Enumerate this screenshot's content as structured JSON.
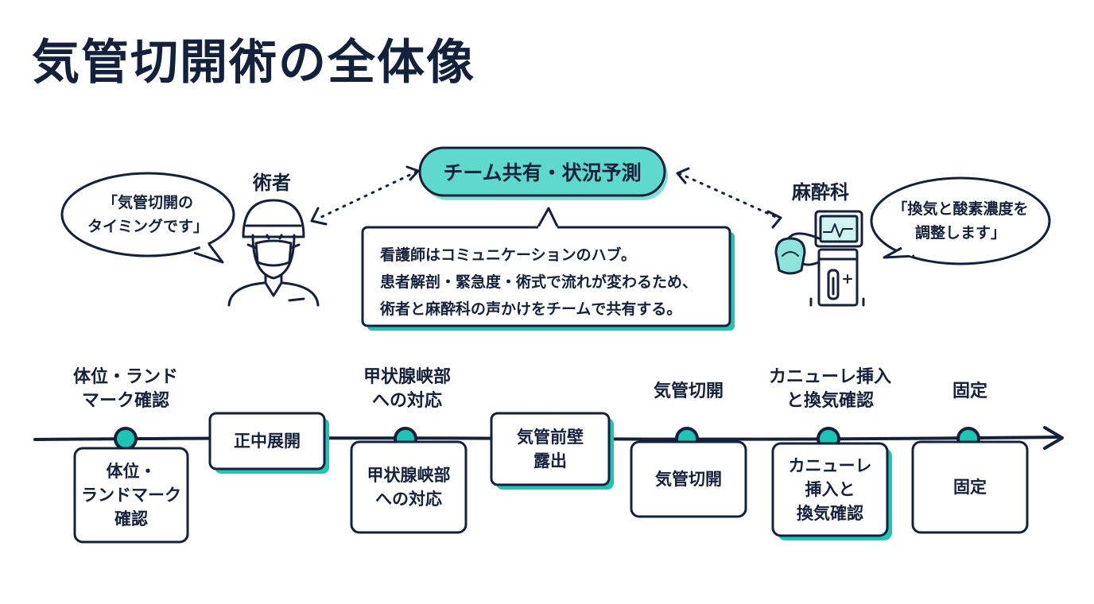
{
  "title": "気管切開術の全体像",
  "colors": {
    "navy": "#14213d",
    "teal": "#1ec4b4"
  },
  "surgeon": {
    "label": "術者",
    "speech": [
      "「気管切開の",
      "タイミングです」"
    ],
    "icon": "surgeon-icon"
  },
  "anesthesia": {
    "label": "麻酔科",
    "speech": [
      "「換気と酸素濃度を",
      "調整します」"
    ],
    "icon": "anesthesia-machine-icon"
  },
  "center": {
    "pill": "チーム共有・状況予測",
    "note": [
      "看護師はコミュニケーションのハブ。",
      "患者解剖・緊急度・術式で流れが変わるため、",
      "術者と麻酔科の声かけをチームで共有する。"
    ]
  },
  "steps": [
    {
      "label": "体位・ランド\nマーク確認",
      "box": "体位・\nランドマーク\n確認"
    },
    {
      "box": "正中展開"
    },
    {
      "label": "甲状腺峡部\nへの対応",
      "box": "甲状腺峡部\nへの対応"
    },
    {
      "box": "気管前壁\n露出"
    },
    {
      "label": "気管切開",
      "box": "気管切開"
    },
    {
      "label": "カニューレ挿入\nと換気確認",
      "box": "カニューレ\n挿入と\n換気確認"
    },
    {
      "label": "固定",
      "box": "固定"
    }
  ]
}
